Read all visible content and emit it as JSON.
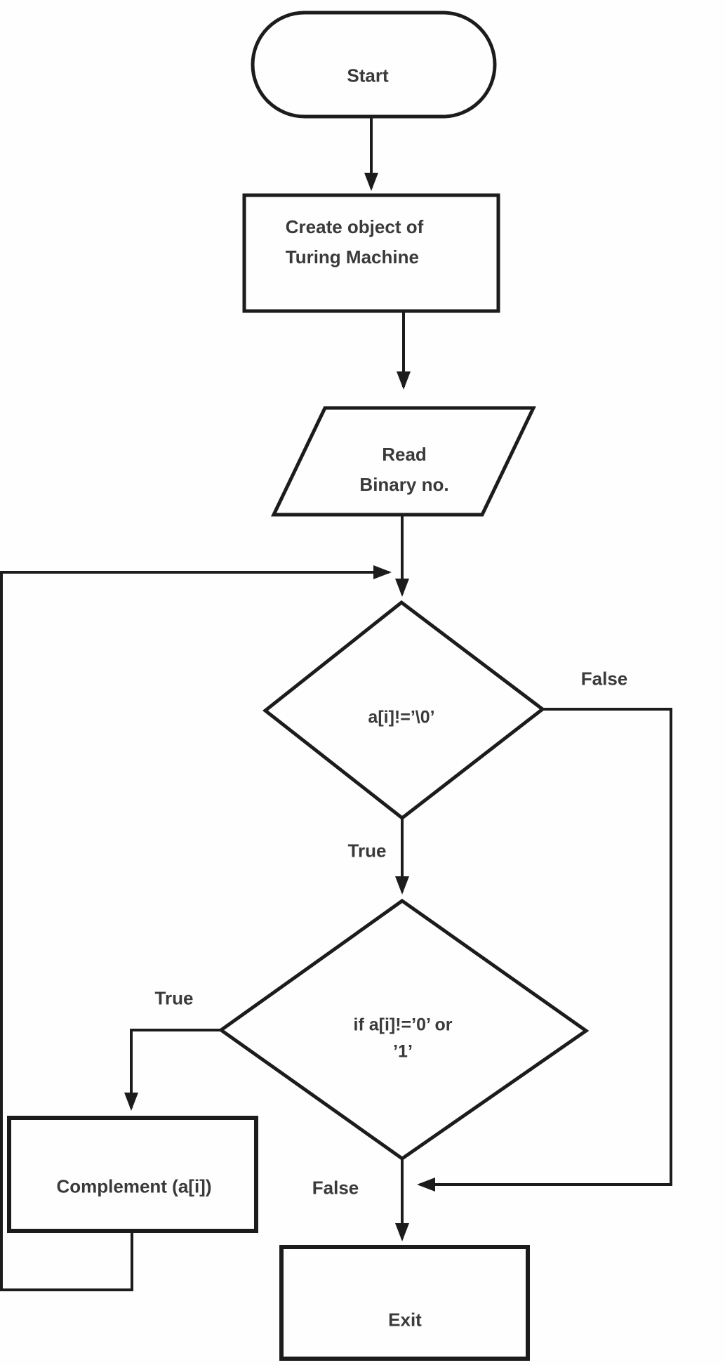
{
  "nodes": {
    "start": {
      "shape": "terminator",
      "label": "Start"
    },
    "create": {
      "shape": "process",
      "label": "Create object of\nTuring Machine"
    },
    "read": {
      "shape": "input-output",
      "label": "Read\nBinary no."
    },
    "decision1": {
      "shape": "decision",
      "label": "a[i]!=’\\0’"
    },
    "decision2": {
      "shape": "decision",
      "label": "if a[i]!=’0’ or\n’1’"
    },
    "complement": {
      "shape": "process",
      "label": "Complement (a[i])"
    },
    "exit": {
      "shape": "process",
      "label": "Exit"
    }
  },
  "edges": {
    "d1_true_label": "True",
    "d1_false_label": "False",
    "d2_true_label": "True",
    "d2_false_label": "False"
  },
  "colors": {
    "line": "#1c1c1c",
    "text": "#3a3a3a",
    "background": "#ffffff"
  }
}
